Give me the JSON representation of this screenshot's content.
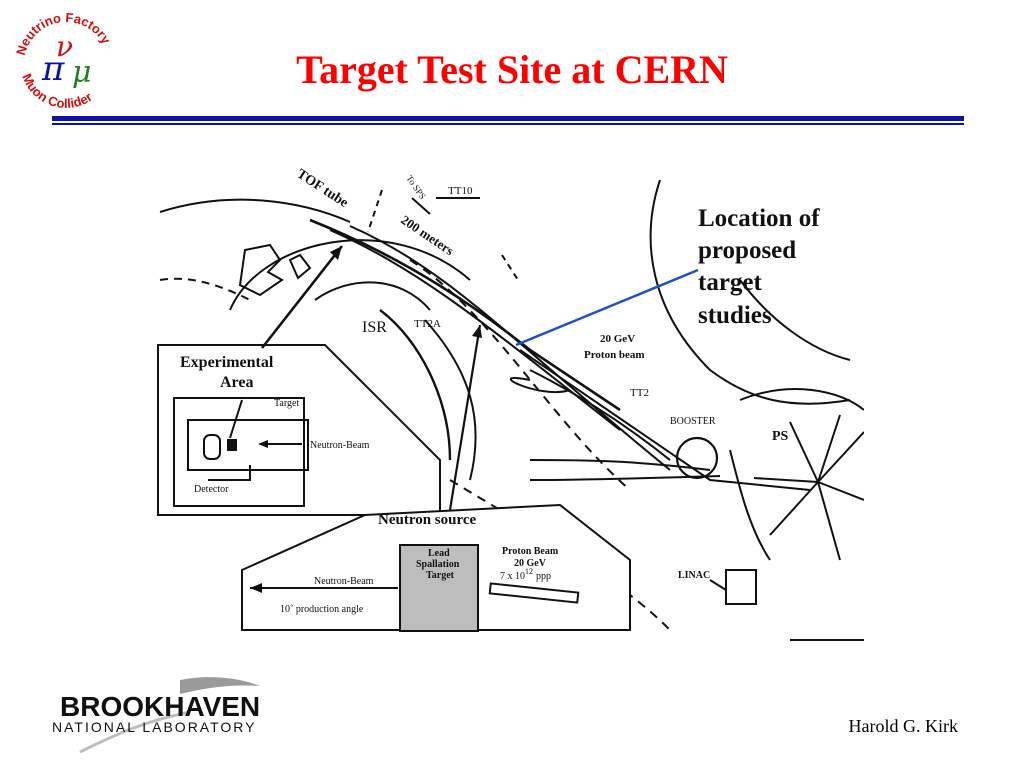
{
  "slide": {
    "title": "Target Test Site at CERN",
    "author": "Harold G. Kirk",
    "title_color": "#ff0000",
    "rule_color": "#1010a8"
  },
  "logo_nf": {
    "top_text": "Neutrino Factory",
    "bottom_text": "Muon Collider",
    "pi_symbol": "π",
    "nu_symbol": "ν",
    "mu_symbol": "μ",
    "ring_color": "#d01010"
  },
  "logo_bnl": {
    "name": "BROOKHAVEN",
    "subtitle": "NATIONAL LABORATORY"
  },
  "diagram": {
    "callout": [
      "Location of",
      "proposed",
      "target",
      "studies"
    ],
    "callout_line_color": "#1f4ec8",
    "labels": {
      "tof_tube": "TOF tube",
      "to_sps": "To SPS",
      "tt10": "TT10",
      "distance": "200 meters",
      "isr": "ISR",
      "tt2a": "TT2A",
      "energy": "20 GeV",
      "proton_beam": "Proton beam",
      "tt2": "TT2",
      "booster": "BOOSTER",
      "ps": "PS",
      "linac": "LINAC"
    },
    "experimental_area": {
      "title_line1": "Experimental",
      "title_line2": "Area",
      "target": "Target",
      "neutron_beam": "Neutron-Beam",
      "detector": "Detector"
    },
    "neutron_source": {
      "title": "Neutron source",
      "lead_line1": "Lead",
      "lead_line2": "Spallation",
      "lead_line3": "Target",
      "beam_line1": "Proton Beam",
      "beam_line2": "20 GeV",
      "intensity_base": "7 x 10",
      "intensity_exp": "12",
      "intensity_unit": "ppp",
      "neutron_beam": "Neutron-Beam",
      "angle": "10˚ production angle"
    }
  }
}
